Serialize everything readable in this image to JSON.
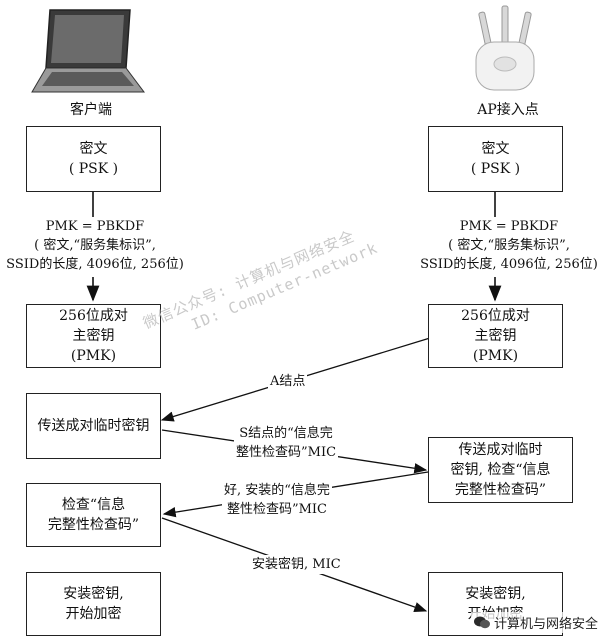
{
  "devices": {
    "client_label": "客户端",
    "ap_label": "AP接入点"
  },
  "left": {
    "secret_line1": "密文",
    "secret_line2": "( PSK )",
    "pmk_formula": [
      "PMK = PBKDF",
      "( 密文,“服务集标识”,",
      "SSID的长度, 4096位, 256位)"
    ],
    "pmk_line1": "256位成对",
    "pmk_line2": "主密钥",
    "pmk_line3": "(PMK)",
    "send_ptk": "传送成对临时密钥",
    "check_line1": "检查“信息",
    "check_line2": "完整性检查码”",
    "install_line1": "安装密钥,",
    "install_line2": "开始加密"
  },
  "right": {
    "secret_line1": "密文",
    "secret_line2": "( PSK )",
    "pmk_formula": [
      "PMK = PBKDF",
      "( 密文,“服务集标识”,",
      "SSID的长度, 4096位, 256位)"
    ],
    "pmk_line1": "256位成对",
    "pmk_line2": "主密钥",
    "pmk_line3": "(PMK)",
    "ptk_line1": "传送成对临时",
    "ptk_line2": "密钥, 检查“信息",
    "ptk_line3": "完整性检查码”",
    "install_line1": "安装密钥,",
    "install_line2": "开始加密"
  },
  "messages": {
    "a_node": "A结点",
    "s_node_line1": "S结点的“信息完",
    "s_node_line2": "整性检查码”MIC",
    "ok_line1": "好, 安装的“信息完",
    "ok_line2": "整性检查码”MIC",
    "install_mic": "安装密钥, MIC"
  },
  "watermark": {
    "line1": "微信公众号: 计算机与网络安全",
    "line2": "ID: Computer-network",
    "brand": "计算机与网络安全"
  },
  "colors": {
    "line": "#111111",
    "watermark": "#c9c9c9"
  }
}
